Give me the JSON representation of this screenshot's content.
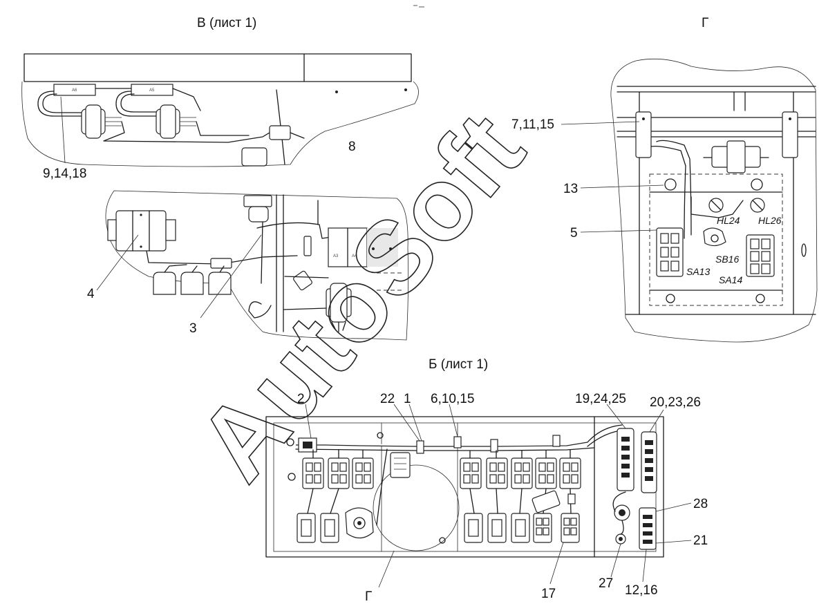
{
  "views": {
    "v": {
      "title": "В (лист 1)"
    },
    "g": {
      "title": "Г"
    },
    "b": {
      "title": "Б (лист 1)"
    }
  },
  "callouts": {
    "c_9_14_18": "9,14,18",
    "c_8": "8",
    "c_4": "4",
    "c_3": "3",
    "c_7_11_15": "7,11,15",
    "c_13": "13",
    "c_5": "5",
    "c_2": "2",
    "c_22": "22",
    "c_1": "1",
    "c_6_10_15": "6,10,15",
    "c_19_24_25": "19,24,25",
    "c_20_23_26": "20,23,26",
    "c_28": "28",
    "c_21": "21",
    "c_g_bottom": "Г",
    "c_17": "17",
    "c_27": "27",
    "c_12_16": "12,16"
  },
  "component_marks": {
    "hl24": "HL24",
    "hl26": "HL26",
    "sb16": "SB16",
    "sa13": "SA13",
    "sa14": "SA14",
    "a6": "A6",
    "a5": "A5",
    "a4": "A4",
    "a3": "A3"
  },
  "watermark": "AutoSoft"
}
